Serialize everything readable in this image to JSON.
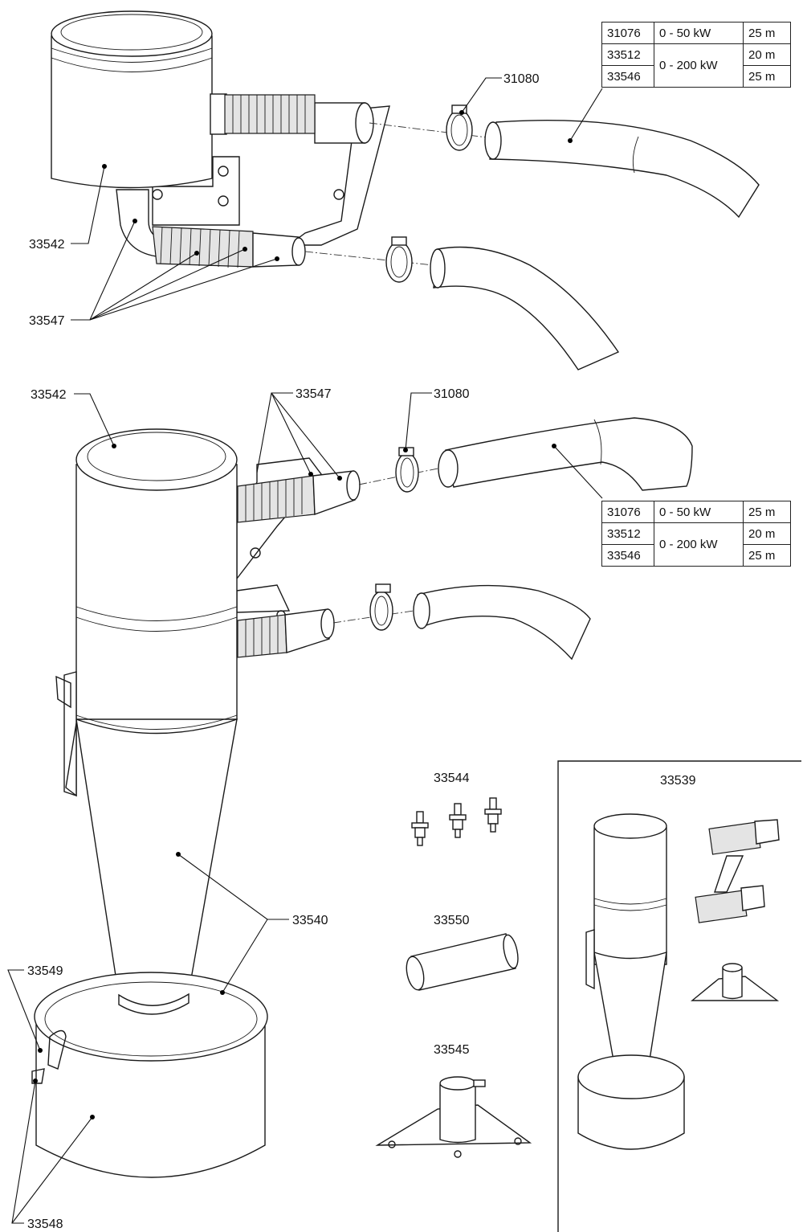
{
  "callouts": {
    "filter_top": "33542",
    "flex_set_top": "33547",
    "clamp_top": "31080",
    "filter_mid": "33542",
    "flex_set_mid": "33547",
    "clamp_mid": "31080",
    "cyclone_body": "33540",
    "latch": "33549",
    "bin": "33548",
    "pins": "33544",
    "pipe": "33550",
    "base": "33545",
    "kit": "33539"
  },
  "hose_table": {
    "rows": [
      {
        "part": "31076",
        "power": "0 - 50 kW",
        "length": "25 m"
      },
      {
        "part": "33512",
        "power": "0 - 200 kW",
        "length": "20 m"
      },
      {
        "part": "33546",
        "power": "0 - 200 kW",
        "length": "25 m"
      }
    ]
  },
  "colors": {
    "line": "#1a1a1a",
    "hose_fill": "#e4e4e4",
    "background": "#ffffff"
  }
}
